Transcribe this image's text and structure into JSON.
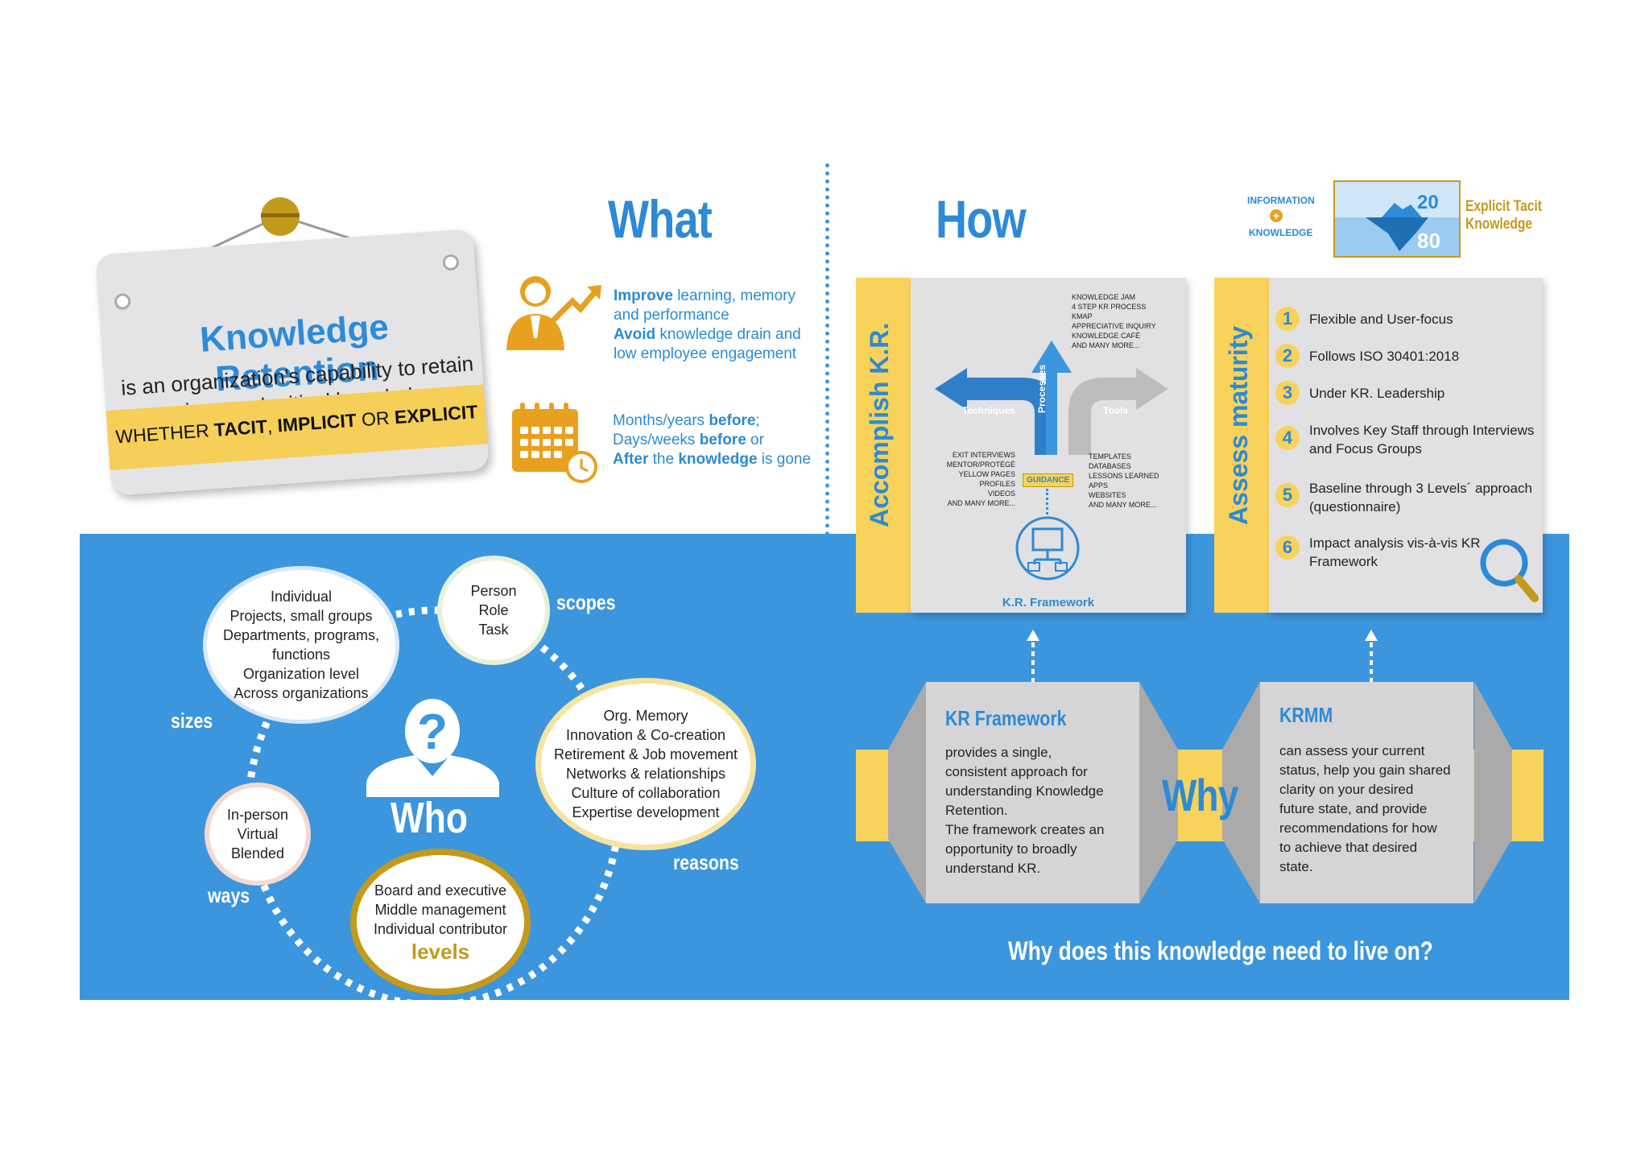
{
  "sign": {
    "title": "Knowledge Retention",
    "subtitle": "is an organization's capability to retain unique and critical knowledge",
    "ribbon_prefix": "WHETHER ",
    "ribbon_tacit": "TACIT",
    "ribbon_comma": ", ",
    "ribbon_implicit": "IMPLICIT",
    "ribbon_or": " OR ",
    "ribbon_explicit": "EXPLICIT"
  },
  "what": {
    "title": "What",
    "line1_b": "Improve",
    "line1": " learning, memory",
    "line2": "and performance",
    "line3_b": "Avoid",
    "line3": " knowledge drain and",
    "line4": "low employee engagement",
    "when1": "Months/years ",
    "when1_b": "before",
    "when1_end": ";",
    "when2": "Days/weeks ",
    "when2_b": "before",
    "when2_end": " or",
    "when3_b": "After",
    "when3": " the ",
    "when3_b2": "knowledge",
    "when3_end": " is gone"
  },
  "how": {
    "title": "How",
    "info_label": "INFORMATION",
    "plus": "+",
    "knowledge_label": "KNOWLEDGE",
    "iceberg_top": "20",
    "iceberg_bottom": "80",
    "explicit_tacit": "Explicit  Tacit",
    "knowledge": "Knowledge",
    "accomplish": "Accomplish K.R.",
    "assess": "Assess maturity",
    "processes_label": "Processes",
    "techniques_label": "Techniques",
    "tools_label": "Tools",
    "guidance": "GUIDANCE",
    "framework_caption": "K.R. Framework",
    "processes_items": [
      "KNOWLEDGE JAM",
      "4 STEP KR PROCESS",
      "KMAP",
      "APPRECIATIVE INQUIRY",
      "KNOWLEDGE CAFÉ",
      "AND MANY MORE..."
    ],
    "techniques_items": [
      "EXIT INTERVIEWS",
      "MENTOR/PROTÉGÉ",
      "YELLOW PAGES",
      "PROFILES",
      "VIDEOS",
      "AND MANY MORE..."
    ],
    "tools_items": [
      "TEMPLATES",
      "DATABASES",
      "LESSONS LEARNED",
      "APPS",
      "WEBSITES",
      "AND MANY MORE..."
    ],
    "maturity": [
      {
        "n": "1",
        "text": "Flexible and User-focus"
      },
      {
        "n": "2",
        "text": "Follows ISO 30401:2018"
      },
      {
        "n": "3",
        "text": "Under KR. Leadership"
      },
      {
        "n": "4",
        "text": "Involves Key Staff through Interviews and Focus Groups"
      },
      {
        "n": "5",
        "text": "Baseline through 3 Levels´ approach (questionnaire)"
      },
      {
        "n": "6",
        "text": "Impact analysis vis-à-vis KR Framework"
      }
    ]
  },
  "who": {
    "title": "Who",
    "sizes_label": "sizes",
    "scopes_label": "scopes",
    "reasons_label": "reasons",
    "levels_label": "levels",
    "ways_label": "ways",
    "sizes": [
      "Individual",
      "Projects, small groups",
      "Departments, programs,",
      "functions",
      "Organization level",
      "Across organizations"
    ],
    "scopes": [
      "Person",
      "Role",
      "Task"
    ],
    "reasons": [
      "Org. Memory",
      "Innovation & Co-creation",
      "Retirement & Job movement",
      "Networks & relationships",
      "Culture of collaboration",
      "Expertise development"
    ],
    "levels": [
      "Board and executive",
      "Middle management",
      "Individual contributor"
    ],
    "ways": [
      "In-person",
      "Virtual",
      "Blended"
    ]
  },
  "why": {
    "title": "Why",
    "kr_title": "KR Framework",
    "kr_text": [
      "provides a single,",
      "consistent approach for",
      "understanding Knowledge",
      "Retention.",
      "The framework creates an",
      "opportunity to broadly",
      "understand KR."
    ],
    "krmm_title": "KRMM",
    "krmm_text": [
      "can assess your current",
      "status, help you gain shared",
      "clarity on your desired",
      "future state, and provide",
      "recommendations for how",
      "to achieve that desired",
      "state."
    ],
    "question": "Why does this knowledge need to live on?"
  },
  "colors": {
    "blue": "#3b96de",
    "title_blue": "#2c8ad6",
    "yellow": "#f8d25b",
    "gold": "#c49a1c",
    "panel_gray": "#e1e1e3"
  }
}
